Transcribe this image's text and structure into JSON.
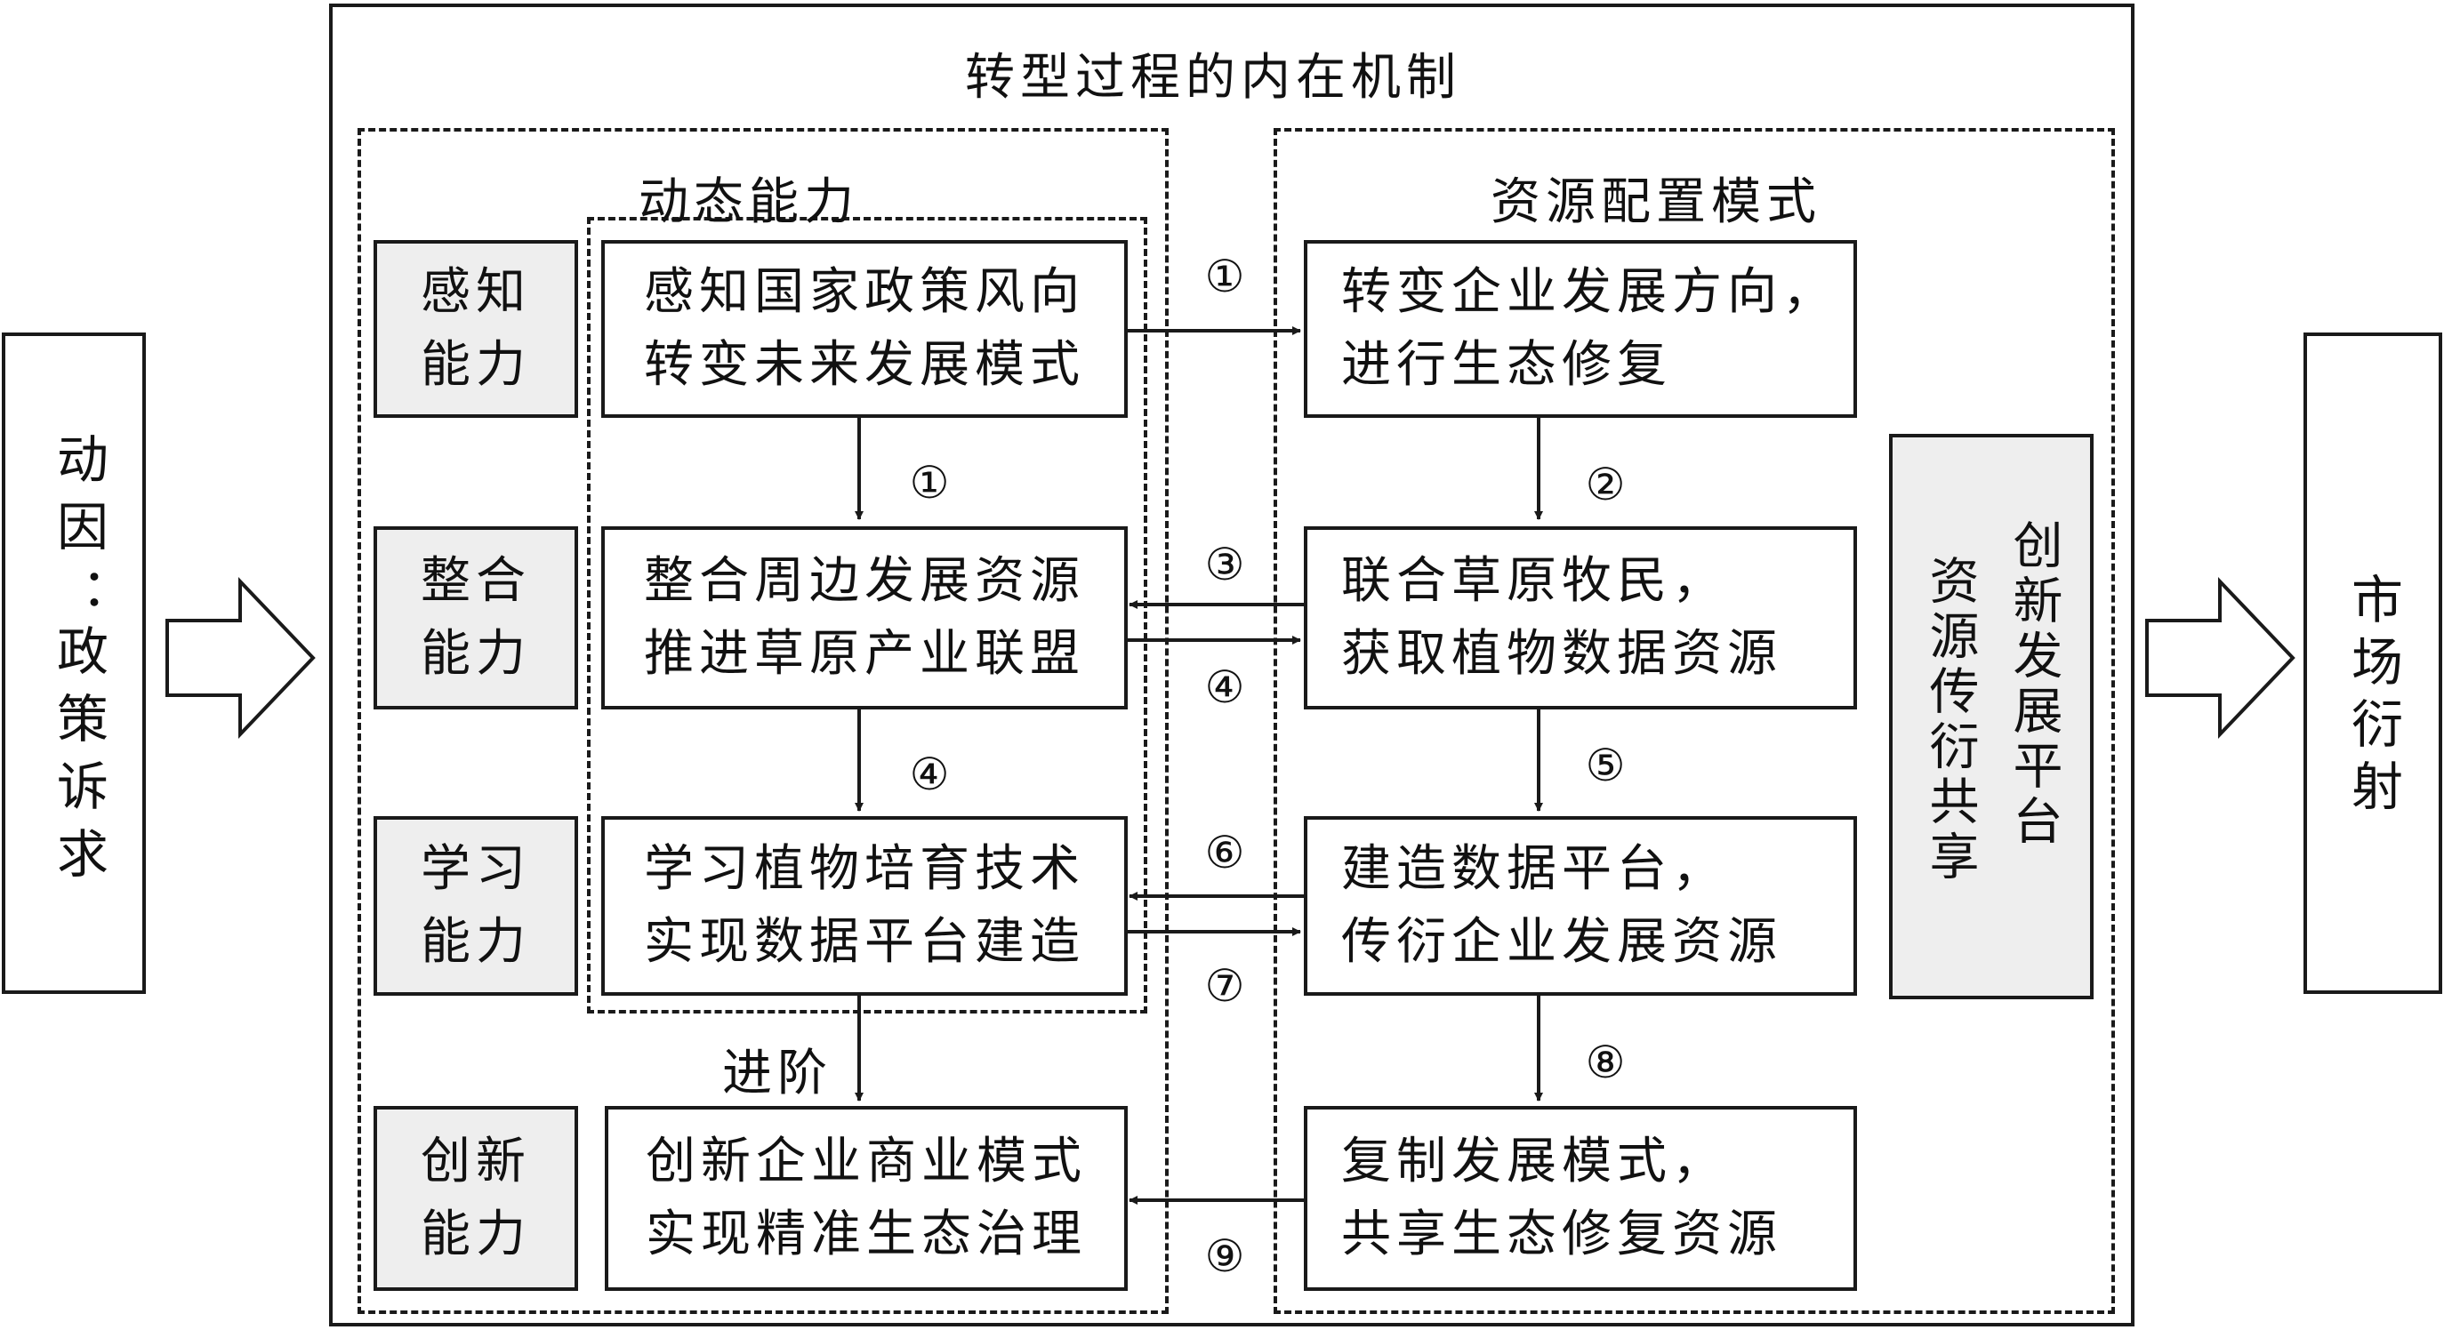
{
  "title": "转型过程的内在机制",
  "driver": {
    "line1": "动因",
    "colon": "：",
    "line2": "政策诉求"
  },
  "result": {
    "text": "市场衍射"
  },
  "dynamic_capability": {
    "heading": "动态能力",
    "labels": [
      {
        "l1": "感知",
        "l2": "能力"
      },
      {
        "l1": "整合",
        "l2": "能力"
      },
      {
        "l1": "学习",
        "l2": "能力"
      },
      {
        "l1": "创新",
        "l2": "能力"
      }
    ],
    "boxes": [
      {
        "l1": "感知国家政策风向",
        "l2": "转变未来发展模式"
      },
      {
        "l1": "整合周边发展资源",
        "l2": "推进草原产业联盟"
      },
      {
        "l1": "学习植物培育技术",
        "l2": "实现数据平台建造"
      },
      {
        "l1": "创新企业商业模式",
        "l2": "实现精准生态治理"
      }
    ],
    "advance_label": "进阶"
  },
  "resource_allocation": {
    "heading": "资源配置模式",
    "boxes": [
      {
        "l1": "转变企业发展方向，",
        "l2": "进行生态修复"
      },
      {
        "l1": "联合草原牧民，",
        "l2": "获取植物数据资源"
      },
      {
        "l1": "建造数据平台，",
        "l2": "传衍企业发展资源"
      },
      {
        "l1": "复制发展模式，",
        "l2": "共享生态修复资源"
      }
    ],
    "side_panel": {
      "col_right": "创新发展平台",
      "col_left": "资源传衍共享"
    }
  },
  "step_numbers": {
    "n1a": "①",
    "n1b": "①",
    "n2": "②",
    "n3": "③",
    "n4a": "④",
    "n4b": "④",
    "n5": "⑤",
    "n6": "⑥",
    "n7": "⑦",
    "n8": "⑧",
    "n9": "⑨"
  }
}
